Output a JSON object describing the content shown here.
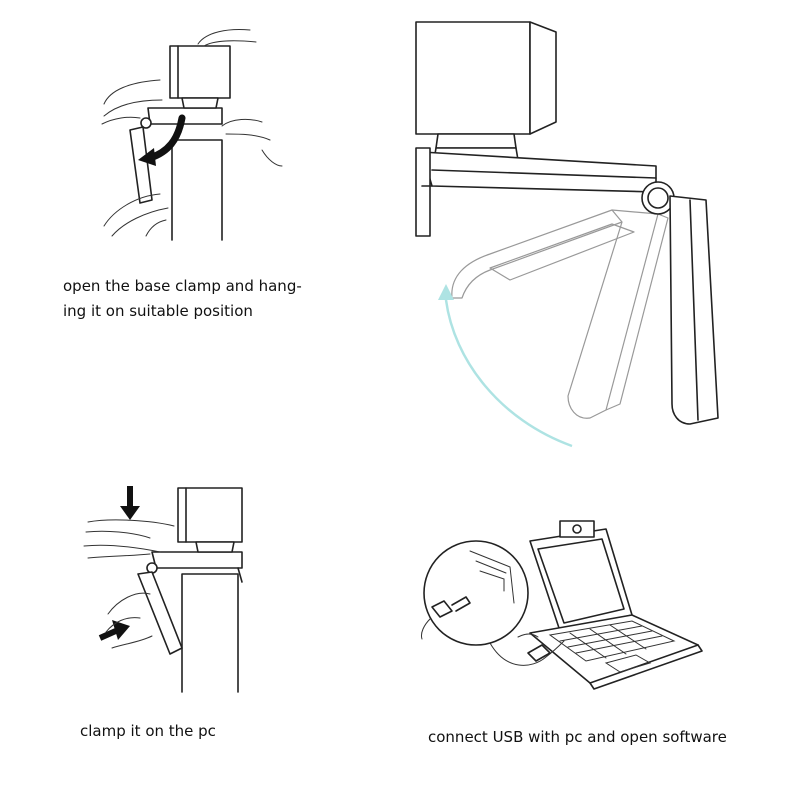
{
  "steps": [
    {
      "caption_lines": [
        "open the base clamp and hang-",
        "ing it on suitable position"
      ]
    },
    {
      "caption_lines": [
        "clamp it on the pc"
      ]
    },
    {
      "caption_lines": [
        "connect USB with pc and open software"
      ]
    }
  ],
  "colors": {
    "line": "#222222",
    "fold_arrow": "#aee3e3"
  },
  "icons": [
    "curved-arrow-icon",
    "down-arrow-icon",
    "right-arrow-icon",
    "usb-plug-icon"
  ]
}
